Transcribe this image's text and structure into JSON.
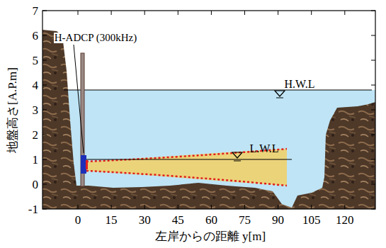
{
  "diagram": {
    "labels": [
      "7",
      "6",
      "5",
      "4",
      "3",
      "2",
      "1",
      "0",
      "-1",
      "0",
      "15",
      "30",
      "45",
      "60",
      "75",
      "90",
      "105",
      "120",
      "地盤高さ[A.P.m]",
      "左岸からの距離 y[m]",
      "H-ADCP (300kHz)",
      "H.W.L",
      "L.W.L"
    ]
  }
}
